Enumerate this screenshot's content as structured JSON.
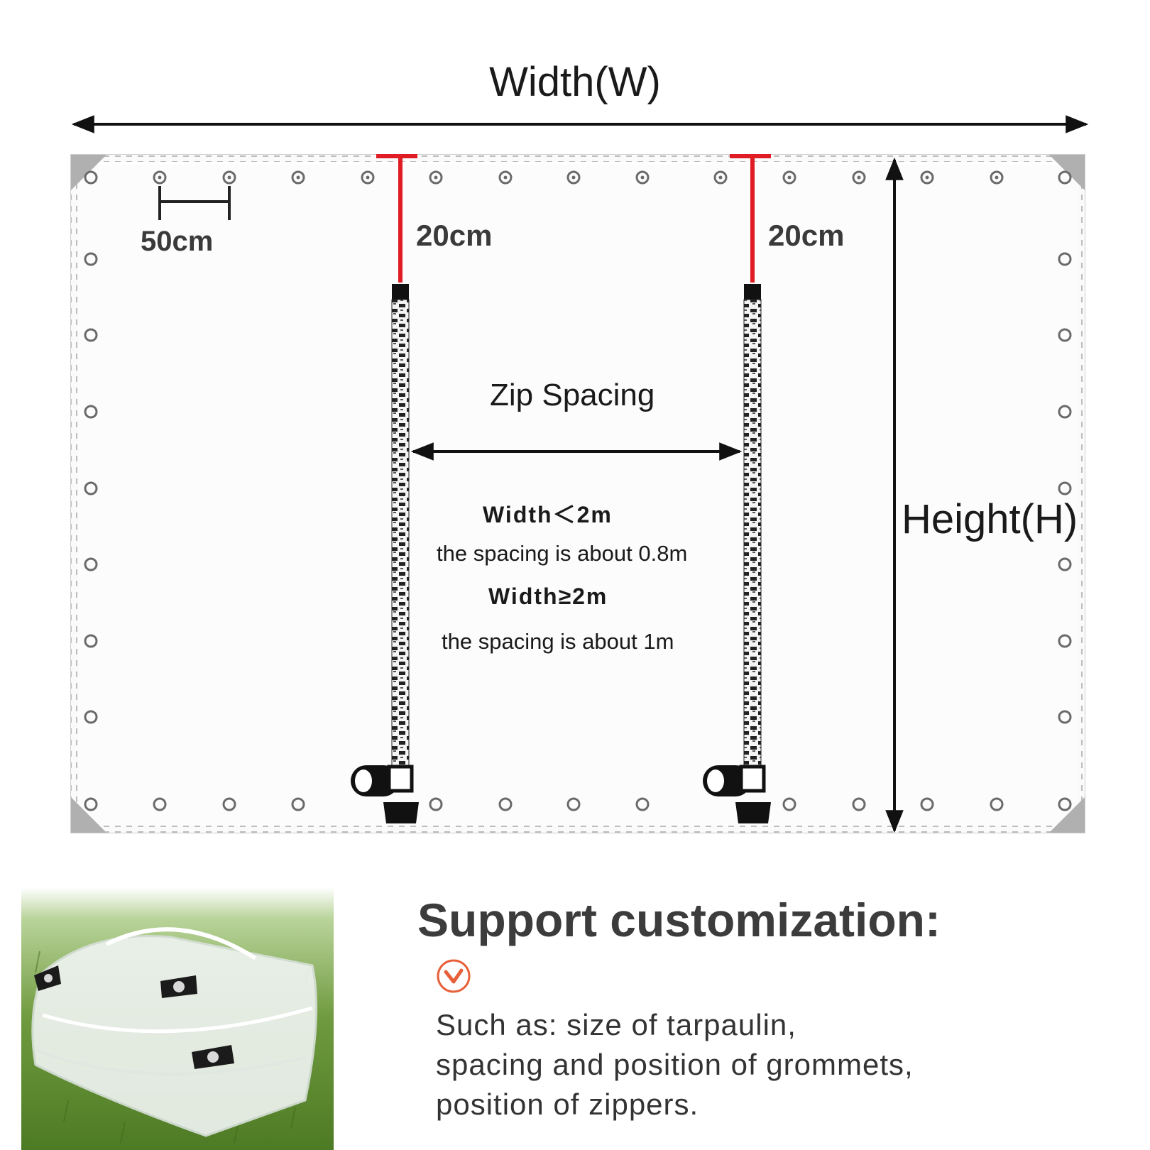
{
  "diagram": {
    "width_label": "Width(W)",
    "height_label": "Height(H)",
    "grommet_spacing_label": "50cm",
    "zip_offset_label_left": "20cm",
    "zip_offset_label_right": "20cm",
    "zip_spacing_label": "Zip Spacing",
    "rule_1": "Width＜2m",
    "note_1": "the spacing is about 0.8m",
    "rule_2": "Width≥2m",
    "note_2": "the spacing is about 1m",
    "accent_color": "#e01c24",
    "arrow_color": "#111111",
    "border_color": "#b9b9b9"
  },
  "customization": {
    "title": "Support customization:",
    "icon": "orange-check-circle-icon",
    "icon_color": "#e8603a",
    "lines": [
      "Such as: size of tarpaulin,",
      "spacing and position of grommets,",
      "position of zippers."
    ]
  }
}
